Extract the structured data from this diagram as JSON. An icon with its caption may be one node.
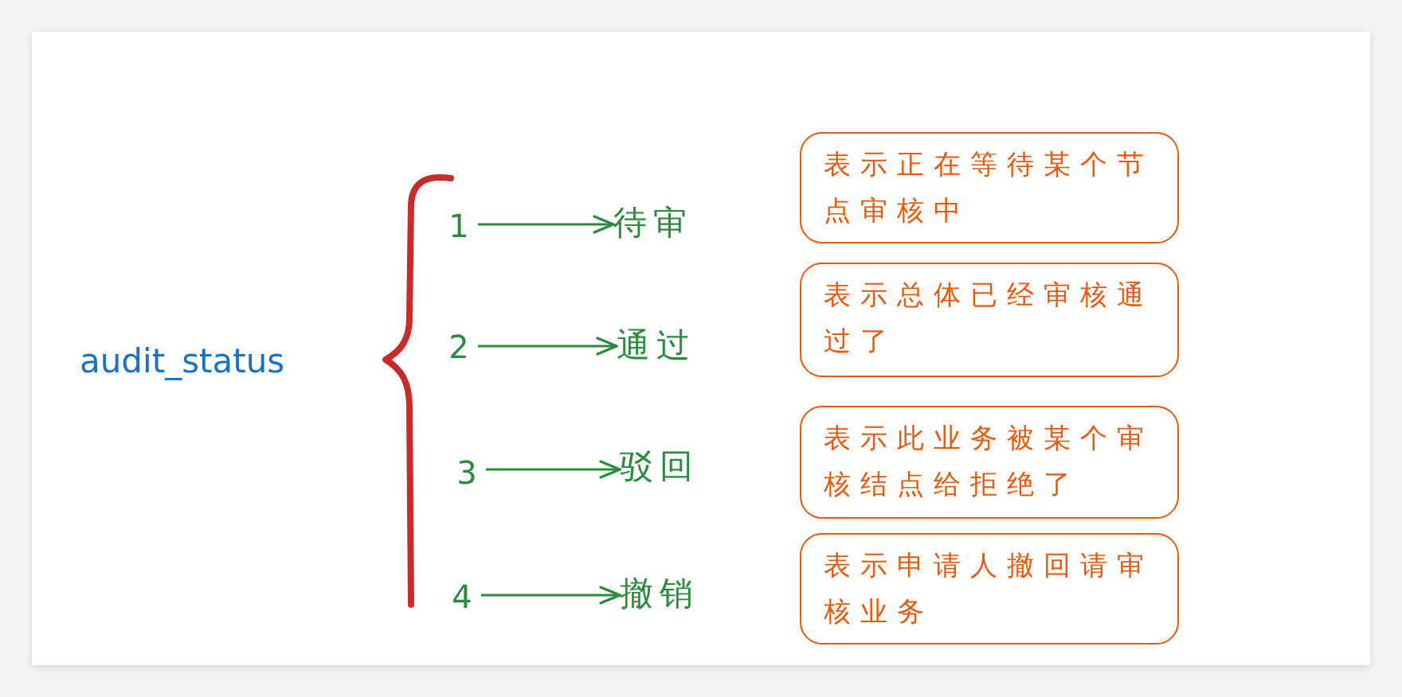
{
  "diagram": {
    "nodes": [
      {
        "text": [
          "1"
        ]
      },
      {
        "text": [
          "待审"
        ]
      },
      {
        "text": [
          "表示正在等待某个节点审核中"
        ]
      },
      {
        "text": [
          "2"
        ]
      },
      {
        "text": [
          "通过"
        ]
      },
      {
        "text": [
          "表示总体已经审核通过了"
        ]
      },
      {
        "text": [
          "3"
        ]
      },
      {
        "text": [
          "驳回"
        ]
      },
      {
        "text": [
          "表示此业务被某个审核结点给拒绝了"
        ]
      },
      {
        "text": [
          "4"
        ]
      },
      {
        "text": [
          "撤销"
        ]
      },
      {
        "text": [
          "表示申请人撤回请审核业务"
        ]
      }
    ],
    "edges": [
      {
        "from": 0,
        "to": 1,
        "arrow": "to"
      },
      {
        "from": 3,
        "to": 4,
        "arrow": "to"
      },
      {
        "from": 6,
        "to": 7,
        "arrow": "to"
      },
      {
        "from": 9,
        "to": 10,
        "arrow": "to"
      }
    ],
    "labels": [
      "audit_status"
    ]
  }
}
